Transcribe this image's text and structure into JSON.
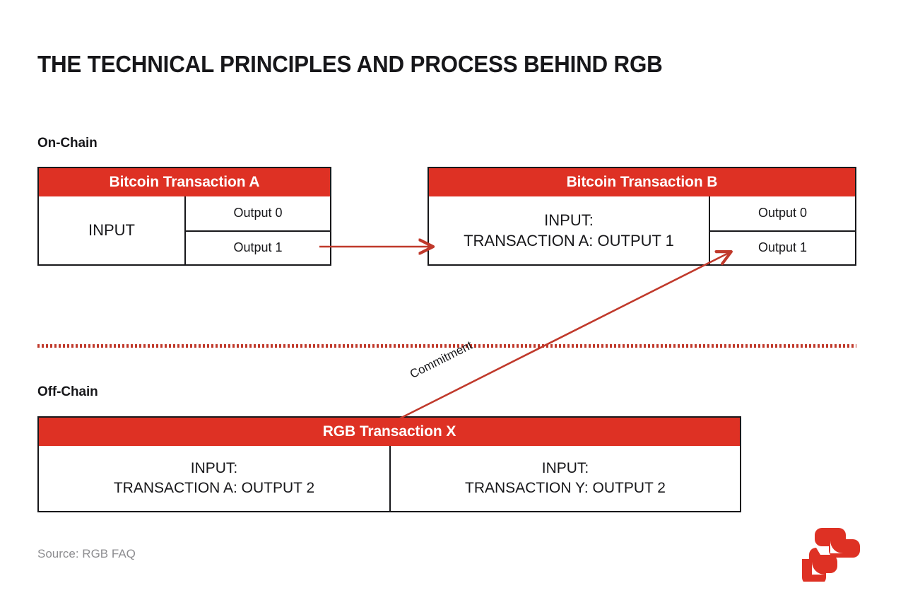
{
  "page": {
    "title": "THE TECHNICAL PRINCIPLES AND PROCESS BEHIND RGB",
    "source_note": "Source: RGB FAQ",
    "accent_color": "#DE3124",
    "text_color": "#17171a",
    "source_color": "#8d8d90",
    "background": "#ffffff"
  },
  "sections": {
    "on_chain_label": "On-Chain",
    "off_chain_label": "Off-Chain"
  },
  "transaction_a": {
    "header": "Bitcoin Transaction A",
    "input_label": "INPUT",
    "outputs": [
      "Output 0",
      "Output 1"
    ]
  },
  "transaction_b": {
    "header": "Bitcoin Transaction B",
    "input_line_1": "INPUT:",
    "input_line_2": "TRANSACTION A: OUTPUT 1",
    "outputs": [
      "Output 0",
      "Output 1"
    ]
  },
  "transaction_x": {
    "header": "RGB Transaction X",
    "inputs": [
      {
        "line_1": "INPUT:",
        "line_2": "TRANSACTION A: OUTPUT 2"
      },
      {
        "line_1": "INPUT:",
        "line_2": "TRANSACTION Y: OUTPUT 2"
      }
    ]
  },
  "annotations": {
    "commitment_label": "Commitment",
    "arrow_color": "#c0392b",
    "divider_color": "#c0392b"
  },
  "logo": {
    "name": "rgb-logo",
    "color": "#DE3124"
  }
}
